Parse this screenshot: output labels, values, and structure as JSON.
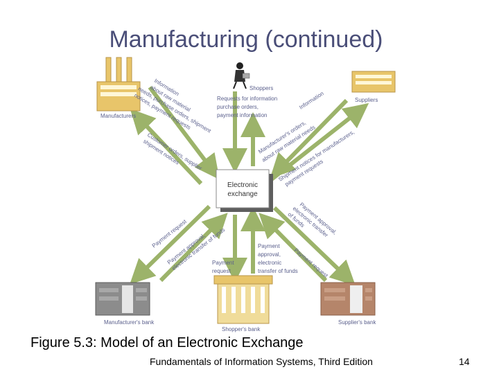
{
  "slide": {
    "title": "Manufacturing (continued)",
    "caption": "Figure 5.3: Model of an Electronic Exchange",
    "footer": "Fundamentals of Information Systems, Third Edition",
    "page_number": "14"
  },
  "diagram": {
    "center": {
      "line1": "Electronic",
      "line2": "exchange"
    },
    "nodes": {
      "shoppers": "Shoppers",
      "manufacturers": "Manufacturers",
      "suppliers": "Suppliers",
      "manufacturers_bank": "Manufacturer's bank",
      "shoppers_bank": "Shopper's bank",
      "suppliers_bank": "Supplier's bank"
    },
    "flows": {
      "shoppers_requests": [
        "Requests for information",
        "purchase orders,",
        "payment information"
      ],
      "bank_payment_request": [
        "Payment",
        "request"
      ],
      "bank_approval": [
        "Payment",
        "approval,",
        "electronic",
        "transfer of funds"
      ],
      "mfr_info": [
        "Information",
        "about raw material",
        "needs, purchase orders, shipment",
        "notices, payment requests"
      ],
      "mfr_orders": [
        "Customer orders, supplier",
        "shipment notices"
      ],
      "sup_info": [
        "Information",
        "about raw material needs"
      ],
      "sup_orders_line": "Manufacturer's orders,",
      "sup_ship": [
        "Shipment notices for manufacturers,",
        "payment requests"
      ],
      "mbank_request": "Payment request",
      "mbank_approval": [
        "Payment approval,",
        "electronic transfer of funds"
      ],
      "sbank_approval": [
        "Payment approval,",
        "electronic transfer",
        "of funds"
      ],
      "sbank_request": "Payment request"
    }
  },
  "colors": {
    "title": "#4a4e78",
    "arrow": "#9cb36a",
    "label": "#5a5f8c",
    "building_tan": "#e8c56a",
    "bank_gray": "#8c8c8c",
    "bank_brick": "#b5856a"
  }
}
